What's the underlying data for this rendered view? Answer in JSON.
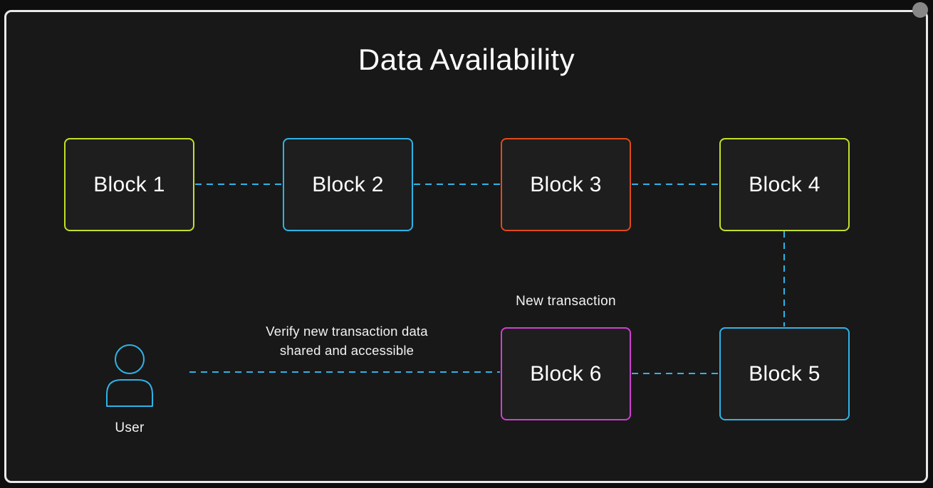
{
  "title": "Data Availability",
  "colors": {
    "lime": "#c3e028",
    "cyan": "#2fb3e8",
    "orange": "#e1491c",
    "magenta": "#d03ed1",
    "connector": "#2fb3e8",
    "frame_border": "#e9e9e9",
    "handle": "#878787"
  },
  "blocks": [
    {
      "label": "Block 1",
      "color": "#c3e028"
    },
    {
      "label": "Block 2",
      "color": "#2fb3e8"
    },
    {
      "label": "Block 3",
      "color": "#e1491c"
    },
    {
      "label": "Block 4",
      "color": "#c3e028"
    },
    {
      "label": "Block 5",
      "color": "#2fb3e8"
    },
    {
      "label": "Block 6",
      "color": "#d03ed1"
    }
  ],
  "annotations": {
    "new_transaction": "New transaction",
    "verify_line1": "Verify new transaction data",
    "verify_line2": "shared and accessible",
    "user_label": "User"
  }
}
